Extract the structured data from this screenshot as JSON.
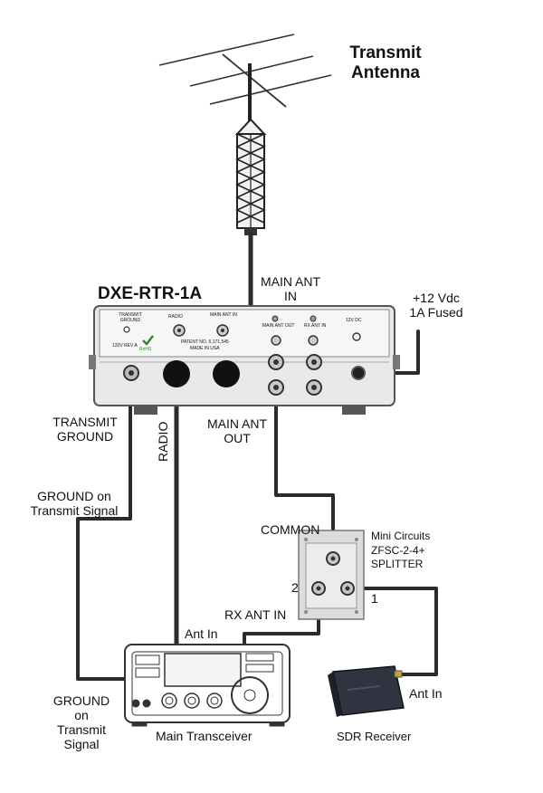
{
  "antenna": {
    "label_line1": "Transmit",
    "label_line2": "Antenna"
  },
  "device": {
    "model": "DXE-RTR-1A",
    "panel_labels": {
      "transmit_ground": "TRANSMIT GROUND",
      "radio": "RADIO",
      "main_ant_in": "MAIN ANT IN",
      "main_ant_out": "MAIN ANT OUT",
      "rx_ant_in": "RX ANT IN",
      "dc": "12V DC",
      "rev": "120V REV A",
      "patent_line1": "PATENT NO. 6,171,545",
      "patent_line2": "MADE IN USA",
      "rohs": "RoHS"
    }
  },
  "labels": {
    "main_ant_in_line1": "MAIN ANT",
    "main_ant_in_line2": "IN",
    "power_line1": "+12 Vdc",
    "power_line2": "1A Fused",
    "transmit_ground_line1": "TRANSMIT",
    "transmit_ground_line2": "GROUND",
    "radio": "RADIO",
    "main_ant_out_line1": "MAIN ANT",
    "main_ant_out_line2": "OUT",
    "ground_on_signal_line1": "GROUND on",
    "ground_on_signal_line2": "Transmit Signal",
    "common": "COMMON",
    "splitter_line1": "Mini Circuits",
    "splitter_line2": "ZFSC-2-4+",
    "splitter_line3": "SPLITTER",
    "port_2": "2",
    "port_1": "1",
    "rx_ant_in": "RX ANT IN",
    "ant_in_transceiver": "Ant In",
    "ant_in_sdr": "Ant In",
    "ground_bottom_line1": "GROUND",
    "ground_bottom_line2": "on",
    "ground_bottom_line3": "Transmit",
    "ground_bottom_line4": "Signal",
    "main_transceiver": "Main Transceiver",
    "sdr_receiver": "SDR Receiver"
  },
  "colors": {
    "cable": "#2b2b2b",
    "device_body": "#e9e9e9",
    "device_edge": "#555555",
    "sdr_body": "#2f3440"
  }
}
